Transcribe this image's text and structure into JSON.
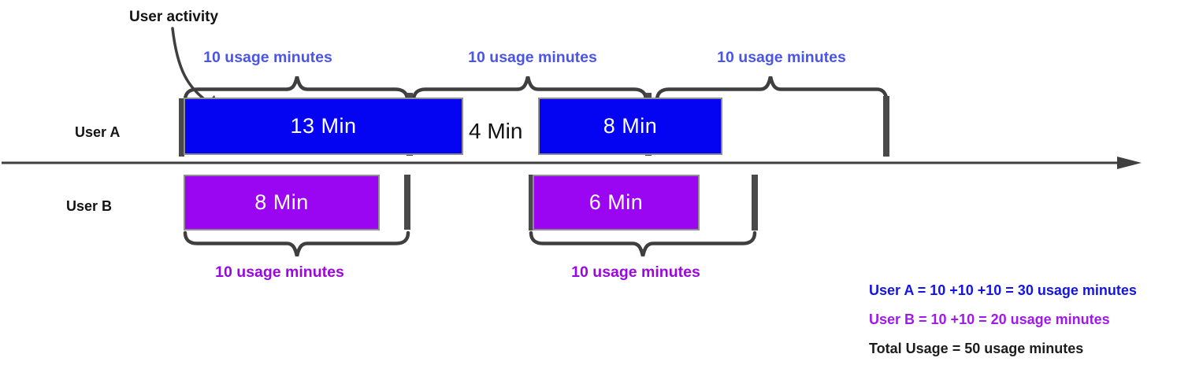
{
  "annotation": {
    "user_activity": "User activity"
  },
  "colors": {
    "bar-blue": "#0404f2",
    "bar-purple": "#9a05f2",
    "label-blue": "#4a55e8",
    "label-purple": "#9a07e0",
    "summary-blue": "#1414e8",
    "summary-purple": "#a018ee",
    "ink": "#1c1c1c",
    "stroke": "#3f3f3f",
    "tick": "#4a4a4a"
  },
  "user_a": {
    "label": "User A",
    "block_labels": [
      "10 usage minutes",
      "10 usage minutes",
      "10 usage minutes"
    ],
    "bars": [
      {
        "label": "13 Min",
        "minutes": 13
      },
      {
        "label": "8 Min",
        "minutes": 8
      }
    ],
    "gap_label": "4 Min"
  },
  "user_b": {
    "label": "User B",
    "block_labels": [
      "10 usage minutes",
      "10 usage minutes"
    ],
    "bars": [
      {
        "label": "8 Min",
        "minutes": 8
      },
      {
        "label": "6 Min",
        "minutes": 6
      }
    ]
  },
  "summary": {
    "user_a": "User A = 10 +10 +10 = 30 usage minutes",
    "user_b": "User B = 10 +10 = 20 usage minutes",
    "total": "Total Usage = 50 usage minutes"
  }
}
